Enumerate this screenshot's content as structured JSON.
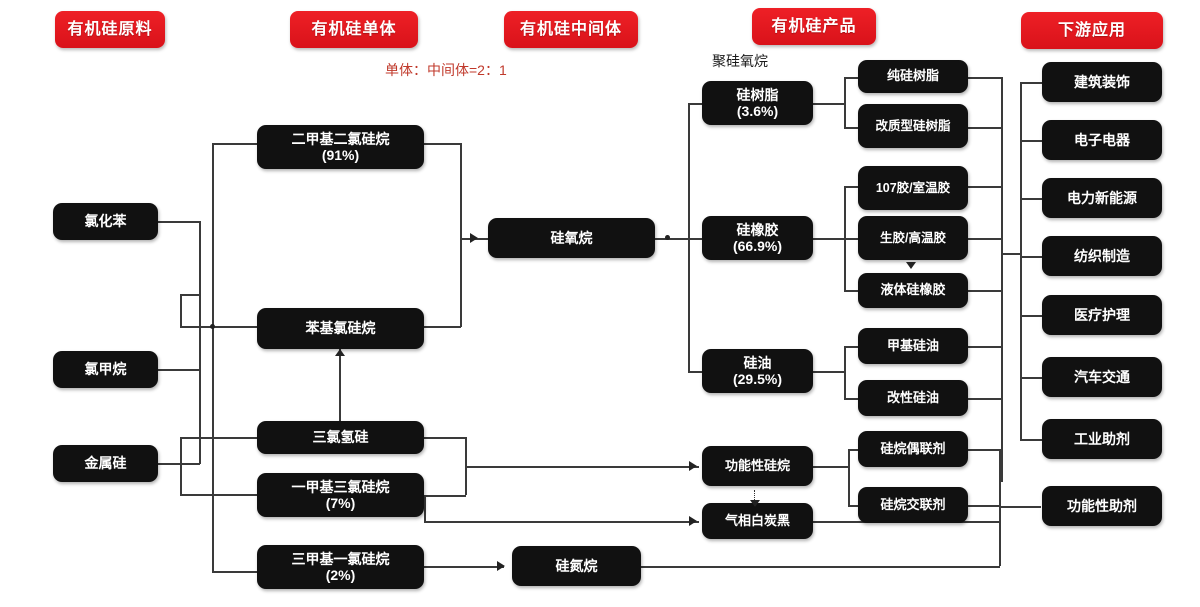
{
  "headers": [
    {
      "id": "raw-materials",
      "label": "有机硅原料"
    },
    {
      "id": "monomer",
      "label": "有机硅单体"
    },
    {
      "id": "intermediate",
      "label": "有机硅中间体"
    },
    {
      "id": "products",
      "label": "有机硅产品"
    },
    {
      "id": "downstream",
      "label": "下游应用"
    }
  ],
  "notes": {
    "ratio": "单体：中间体=2：1",
    "polysiloxane": "聚硅氧烷"
  },
  "raw_materials": [
    {
      "id": "chlorobenzene",
      "label": "氯化苯"
    },
    {
      "id": "chloromethane",
      "label": "氯甲烷"
    },
    {
      "id": "silicon-metal",
      "label": "金属硅"
    }
  ],
  "monomers": [
    {
      "id": "dimethyldichlorosilane",
      "line1": "二甲基二氯硅烷",
      "line2": "(91%)"
    },
    {
      "id": "phenylchlorosilane",
      "line1": "苯基氯硅烷",
      "line2": ""
    },
    {
      "id": "trichlorosilane",
      "line1": "三氯氢硅",
      "line2": ""
    },
    {
      "id": "methyltrichlorosilane",
      "line1": "一甲基三氯硅烷",
      "line2": "(7%)"
    },
    {
      "id": "trimethylchlorosilane",
      "line1": "三甲基一氯硅烷",
      "line2": "(2%)"
    }
  ],
  "intermediates": [
    {
      "id": "siloxane",
      "label": "硅氧烷"
    },
    {
      "id": "silazane",
      "label": "硅氮烷"
    },
    {
      "id": "functional-silane",
      "label": "功能性硅烷"
    },
    {
      "id": "fumed-silica",
      "label": "气相白炭黑"
    }
  ],
  "product_groups": [
    {
      "id": "silicone-resin",
      "line1": "硅树脂",
      "line2": "(3.6%)"
    },
    {
      "id": "silicone-rubber",
      "line1": "硅橡胶",
      "line2": "(66.9%)"
    },
    {
      "id": "silicone-oil",
      "line1": "硅油",
      "line2": "(29.5%)"
    }
  ],
  "products": [
    {
      "id": "pure-silicone-resin",
      "label": "纯硅树脂"
    },
    {
      "id": "modified-silicone-resin",
      "label": "改质型硅树脂"
    },
    {
      "id": "rtv-107",
      "label": "107胶/室温胶"
    },
    {
      "id": "htv-gum",
      "label": "生胶/高温胶"
    },
    {
      "id": "liquid-silicone-rubber",
      "label": "液体硅橡胶"
    },
    {
      "id": "methyl-silicone-oil",
      "label": "甲基硅油"
    },
    {
      "id": "modified-silicone-oil",
      "label": "改性硅油"
    },
    {
      "id": "silane-coupling-agent",
      "label": "硅烷偶联剂"
    },
    {
      "id": "silane-crosslinker",
      "label": "硅烷交联剂"
    }
  ],
  "applications": [
    {
      "id": "architecture",
      "label": "建筑装饰"
    },
    {
      "id": "electronics",
      "label": "电子电器"
    },
    {
      "id": "power-new-energy",
      "label": "电力新能源"
    },
    {
      "id": "textile",
      "label": "纺织制造"
    },
    {
      "id": "medical-care",
      "label": "医疗护理"
    },
    {
      "id": "automotive",
      "label": "汽车交通"
    },
    {
      "id": "industrial-aux",
      "label": "工业助剂"
    },
    {
      "id": "functional-aux",
      "label": "功能性助剂"
    }
  ],
  "colors": {
    "header_red": "#e8191e",
    "node_black": "#111111",
    "line_gray": "#3a3a3a",
    "note_red": "#c0392b"
  }
}
